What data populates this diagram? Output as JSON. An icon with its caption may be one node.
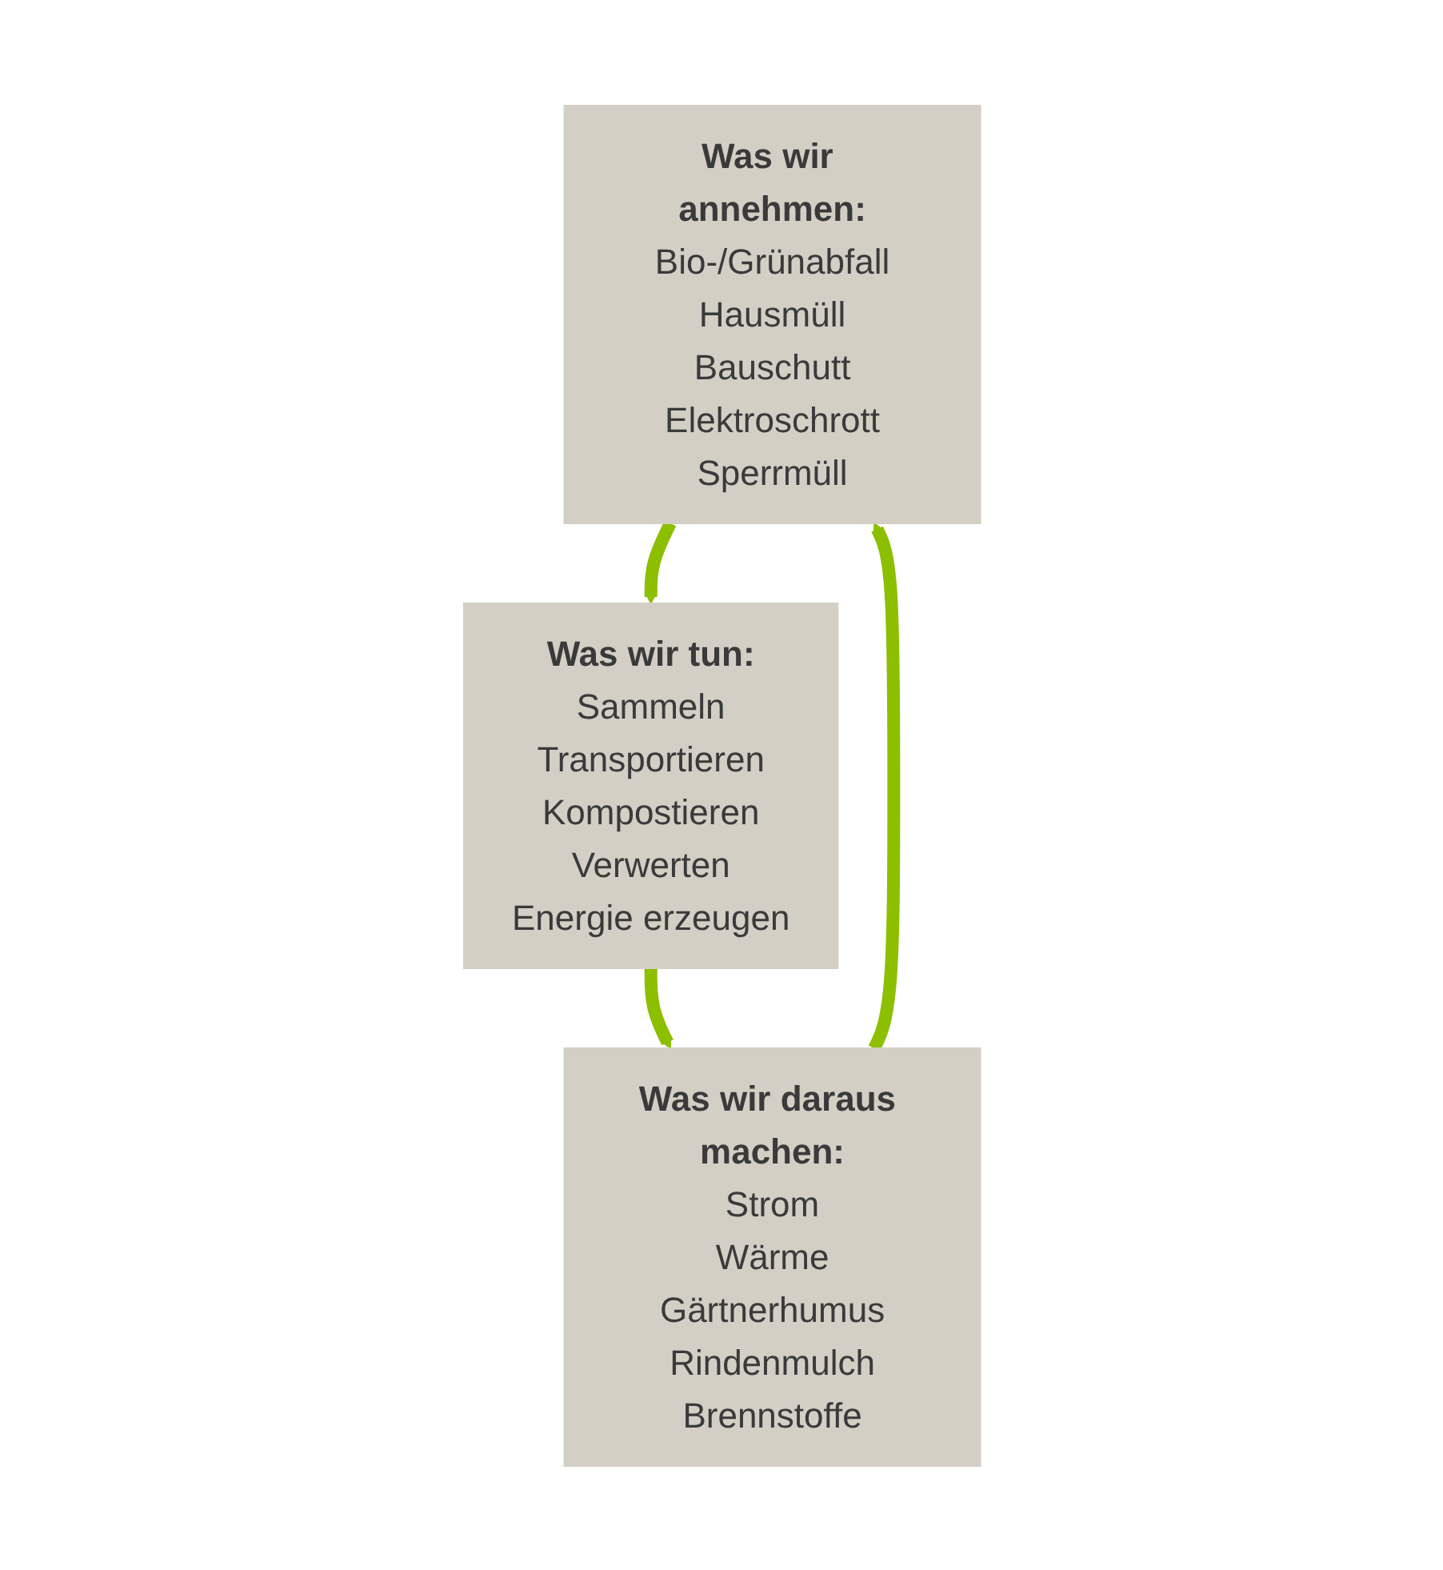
{
  "diagram": {
    "nodes": [
      {
        "text": [
          "Was wir annehmen:",
          "Bio-/Grünabfall",
          "Hausmüll",
          "Bauschutt",
          "Elektroschrott",
          "Sperrmüll"
        ]
      },
      {
        "text": [
          "Was wir tun:",
          "Sammeln",
          "Transportieren",
          "Kompostieren",
          "Verwerten",
          "Energie erzeugen"
        ]
      },
      {
        "text": [
          "Was wir daraus machen:",
          "Strom",
          "Wärme",
          "Gärtnerhumus",
          "Rindenmulch",
          "Brennstoffe"
        ]
      }
    ],
    "edges": [
      {
        "from": 0,
        "to": 1,
        "arrow": "to"
      },
      {
        "from": 1,
        "to": 2,
        "arrow": "to"
      },
      {
        "from": 2,
        "to": 0,
        "arrow": "to"
      }
    ]
  }
}
